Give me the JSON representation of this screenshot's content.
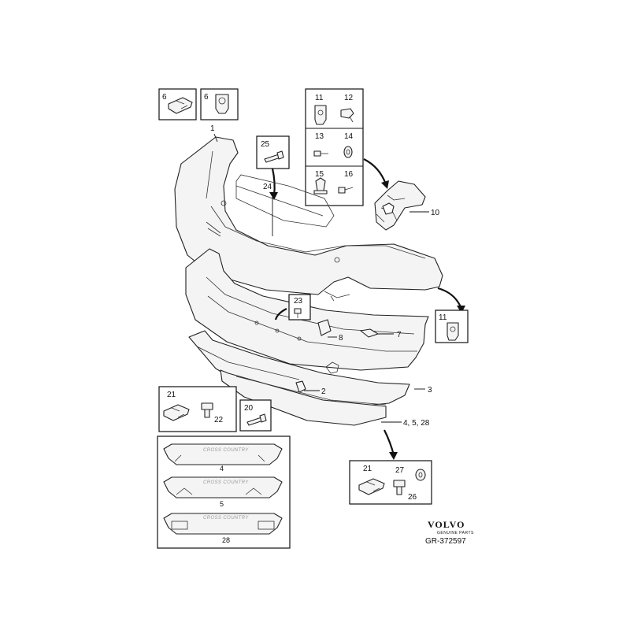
{
  "callouts": {
    "c1": "1",
    "c2": "2",
    "c3": "3",
    "c7": "7",
    "c8": "8",
    "c10": "10",
    "c23": "23",
    "c24": "24",
    "c_4_5_28": "4, 5, 28"
  },
  "insets": {
    "inset6a": "6",
    "inset6b": "6",
    "inset11": "11",
    "inset12": "12",
    "inset13": "13",
    "inset14": "14",
    "inset15": "15",
    "inset16": "16",
    "inset25": "25",
    "inset11b": "11",
    "inset21a": "21",
    "inset22": "22",
    "inset20": "20",
    "inset21b": "21",
    "inset27": "27",
    "inset26": "26"
  },
  "variants": {
    "v4_label": "4",
    "v5_label": "5",
    "v28_label": "28",
    "emboss_text": "CROSS COUNTRY"
  },
  "brand": {
    "name": "VOLVO",
    "sub": "GENUINE PARTS",
    "code": "GR-372597"
  }
}
